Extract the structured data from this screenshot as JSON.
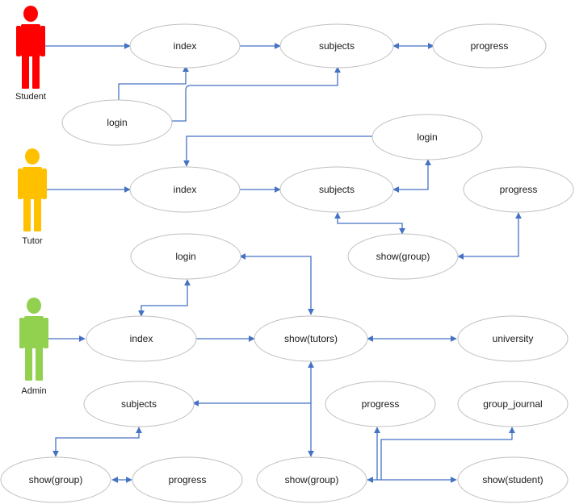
{
  "actors": [
    {
      "id": "student",
      "label": "Student",
      "color": "#ff0000",
      "icon": "person-icon"
    },
    {
      "id": "tutor",
      "label": "Tutor",
      "color": "#ffc000",
      "icon": "person-icon"
    },
    {
      "id": "admin",
      "label": "Admin",
      "color": "#92d050",
      "icon": "person-icon"
    }
  ],
  "nodes": [
    {
      "id": "s_index",
      "label": "index"
    },
    {
      "id": "s_subjects",
      "label": "subjects"
    },
    {
      "id": "s_progress",
      "label": "progress"
    },
    {
      "id": "s_login",
      "label": "login"
    },
    {
      "id": "t_login",
      "label": "login"
    },
    {
      "id": "t_index",
      "label": "index"
    },
    {
      "id": "t_subjects",
      "label": "subjects"
    },
    {
      "id": "t_progress",
      "label": "progress"
    },
    {
      "id": "t_group",
      "label": "show(group)"
    },
    {
      "id": "a_login",
      "label": "login"
    },
    {
      "id": "a_index",
      "label": "index"
    },
    {
      "id": "a_tutors",
      "label": "show(tutors)"
    },
    {
      "id": "a_university",
      "label": "university"
    },
    {
      "id": "a_subjects",
      "label": "subjects"
    },
    {
      "id": "a_progress",
      "label": "progress"
    },
    {
      "id": "a_journal",
      "label": "group_journal"
    },
    {
      "id": "a_group1",
      "label": "show(group)"
    },
    {
      "id": "a_progress2",
      "label": "progress"
    },
    {
      "id": "a_group2",
      "label": "show(group)"
    },
    {
      "id": "a_student",
      "label": "show(student)"
    }
  ],
  "colors": {
    "edge": "#4472c4",
    "node_border": "#bfbfbf"
  }
}
